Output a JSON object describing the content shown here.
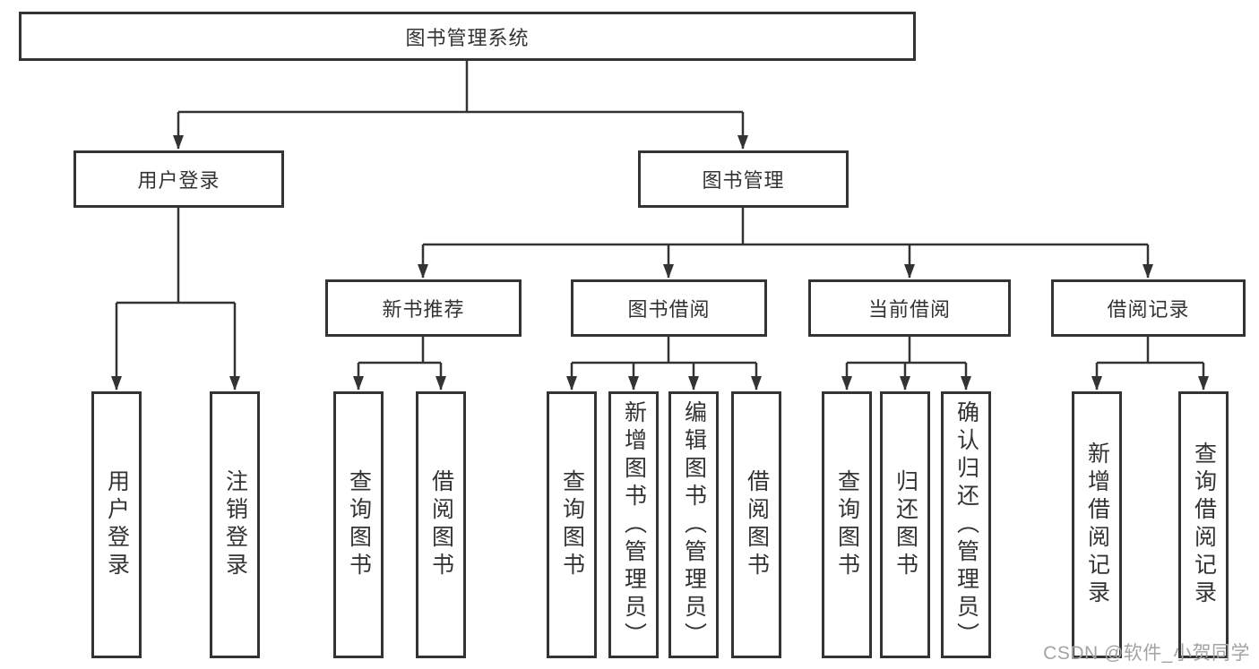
{
  "diagram": {
    "type": "tree",
    "line_color": "#333333",
    "box_border_color": "#333333",
    "box_fill": "#ffffff",
    "tree": {
      "label": "图书管理系统",
      "children": [
        {
          "label": "用户登录",
          "children": [
            {
              "label": "用户登录"
            },
            {
              "label": "注销登录"
            }
          ]
        },
        {
          "label": "图书管理",
          "children": [
            {
              "label": "新书推荐",
              "children": [
                {
                  "label": "查询图书"
                },
                {
                  "label": "借阅图书"
                }
              ]
            },
            {
              "label": "图书借阅",
              "children": [
                {
                  "label": "查询图书"
                },
                {
                  "label": "新增图书（管理员）"
                },
                {
                  "label": "编辑图书（管理员）"
                },
                {
                  "label": "借阅图书"
                }
              ]
            },
            {
              "label": "当前借阅",
              "children": [
                {
                  "label": "查询图书"
                },
                {
                  "label": "归还图书"
                },
                {
                  "label": "确认归还（管理员）"
                }
              ]
            },
            {
              "label": "借阅记录",
              "children": [
                {
                  "label": "新增借阅记录"
                },
                {
                  "label": "查询借阅记录"
                }
              ]
            }
          ]
        }
      ]
    }
  },
  "watermark": {
    "text": "CSDN @软件_小贺同学",
    "color": "#a3a3a3"
  }
}
